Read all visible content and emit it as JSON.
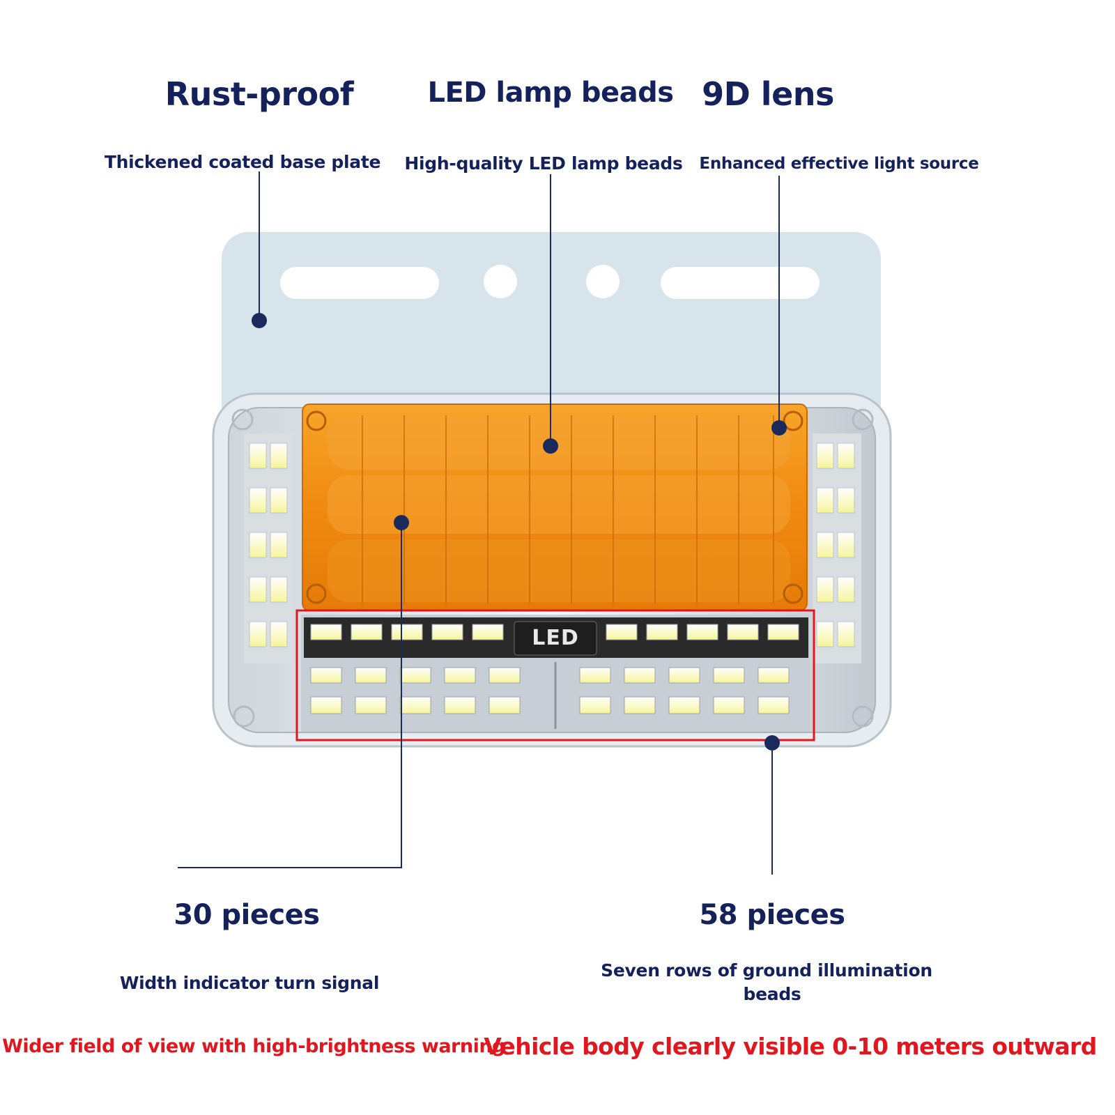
{
  "features_top": [
    {
      "title": "Rust-proof",
      "subtitle": "Thickened coated base plate"
    },
    {
      "title": "LED lamp beads",
      "subtitle": "High-quality LED lamp beads"
    },
    {
      "title": "9D lens",
      "subtitle": "Enhanced effective light source"
    }
  ],
  "features_bottom": [
    {
      "title": "30 pieces",
      "subtitle": "Width indicator turn signal",
      "note": "Wider field of view with high-brightness warning"
    },
    {
      "title": "58 pieces",
      "subtitle_line1": "Seven rows of ground illumination",
      "subtitle_line2": "beads",
      "note": "Vehicle body clearly visible 0-10 meters outward"
    }
  ],
  "product": {
    "led_badge": "LED",
    "colors": {
      "base_plate": "#d8e4ec",
      "amber_lens": "#f39a1c",
      "led_panel": "#2a2a2a",
      "callout": "#1b2a5c",
      "highlight_box": "#e0171f"
    }
  }
}
